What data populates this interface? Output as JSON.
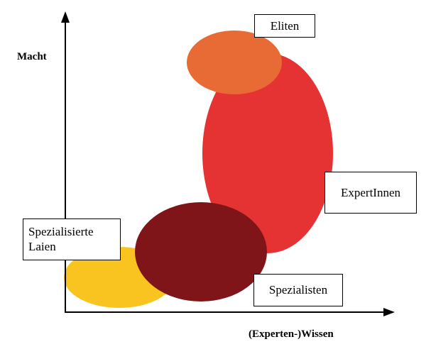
{
  "axes": {
    "y_label": "Macht",
    "x_label": "(Experten-)Wissen"
  },
  "groups": [
    {
      "id": "eliten",
      "label": "Eliten",
      "color": "#E86A34"
    },
    {
      "id": "experten",
      "label": "ExpertInnen",
      "color": "#E53232"
    },
    {
      "id": "spezialisten",
      "label": "Spezialisten",
      "color": "#7F1518"
    },
    {
      "id": "laien",
      "label_lines": [
        "Spezialisierte",
        "Laien"
      ],
      "color": "#F9C420"
    }
  ],
  "colors": {
    "axis": "#000000",
    "background": "#FFFFFF"
  }
}
